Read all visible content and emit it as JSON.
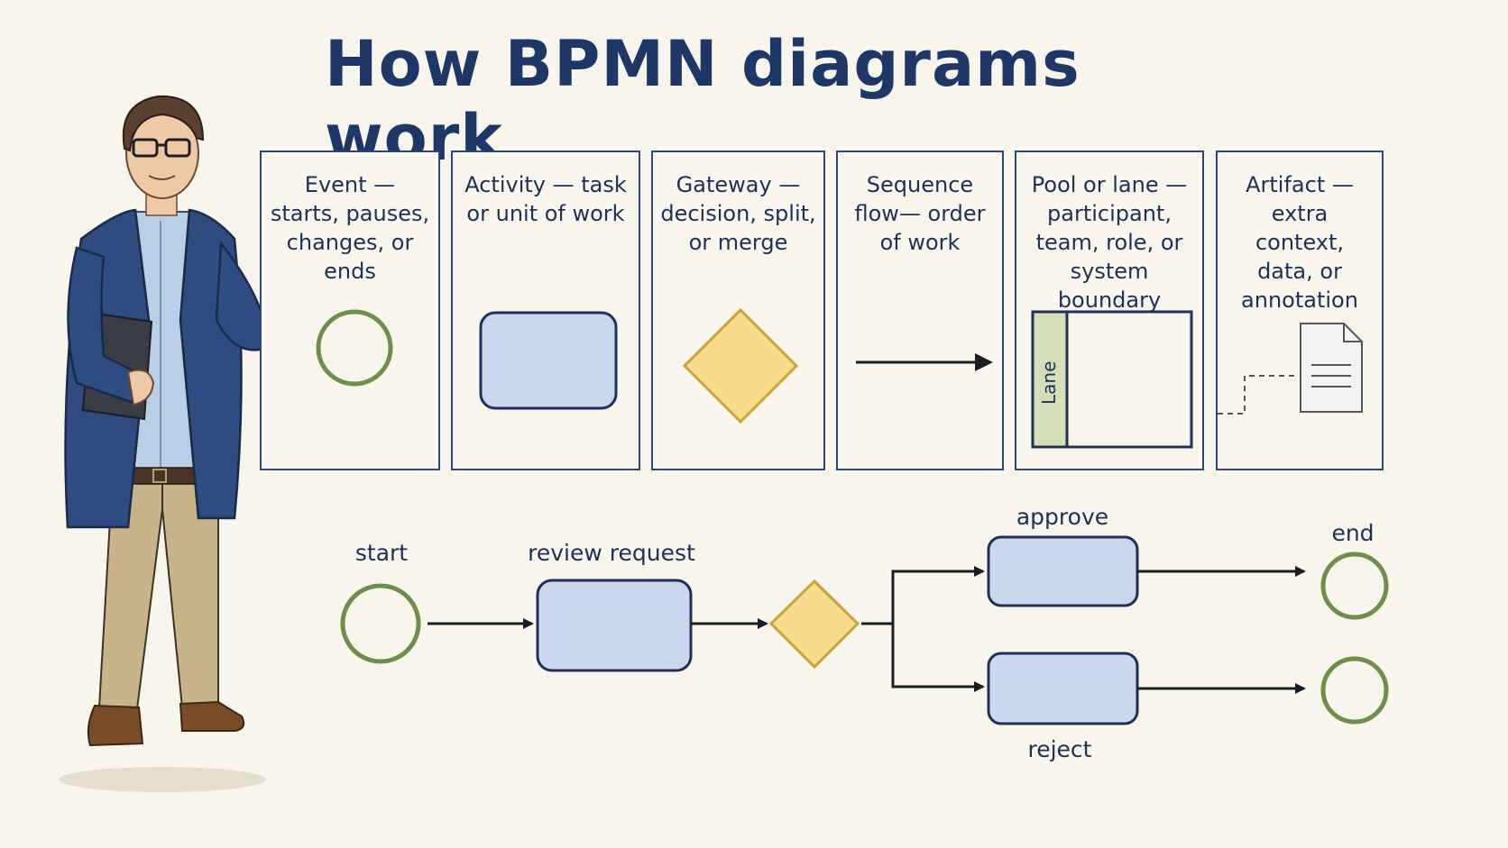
{
  "title": "How BPMN diagrams work",
  "legend_cards": [
    {
      "text": "Event — starts, pauses, changes, or ends",
      "shape": "event-circle"
    },
    {
      "text": "Activity — task or unit of work",
      "shape": "activity-rect"
    },
    {
      "text": "Gateway — decision, split, or merge",
      "shape": "gateway-diamond"
    },
    {
      "text": "Sequence flow— order of work",
      "shape": "sequence-arrow"
    },
    {
      "text": "Pool or lane — participant, team, role, or system boundary",
      "shape": "pool-lane",
      "lane_label": "Lane"
    },
    {
      "text": "Artifact — extra context, data, or annotation",
      "shape": "document-icon"
    }
  ],
  "process": {
    "start_label": "start",
    "review_label": "review request",
    "approve_label": "approve",
    "reject_label": "reject",
    "end_label": "end"
  },
  "colors": {
    "ink": "#1f2f55",
    "event_green": "#6f8e4b",
    "activity_blue": "#c9d8ee",
    "gateway_yellow": "#f6dc8c",
    "lane_green": "#d4dfba"
  }
}
